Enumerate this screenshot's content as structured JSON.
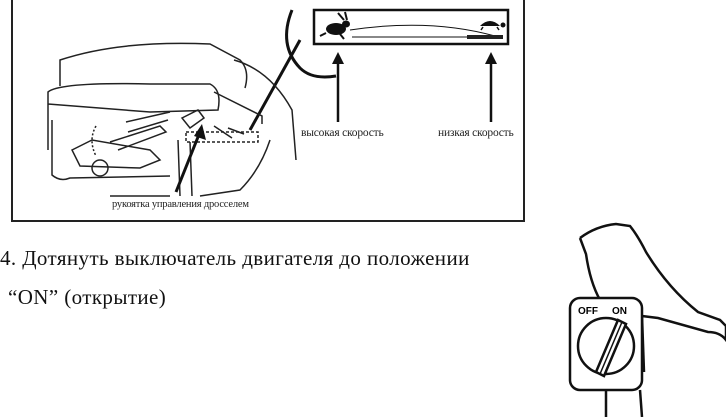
{
  "figure": {
    "caption_high_speed": "высокая скорость",
    "caption_low_speed": "низкая скорость",
    "caption_throttle": "рукоятка управления дросселем",
    "speed_scale_icons": [
      "rabbit-icon",
      "turtle-icon"
    ]
  },
  "instruction": {
    "line1": "4. Дотянуть выключатель двигателя до положении",
    "line2": "“ON”  (открытие)"
  },
  "switch_figure": {
    "off_label": "OFF",
    "on_label": "ON"
  }
}
